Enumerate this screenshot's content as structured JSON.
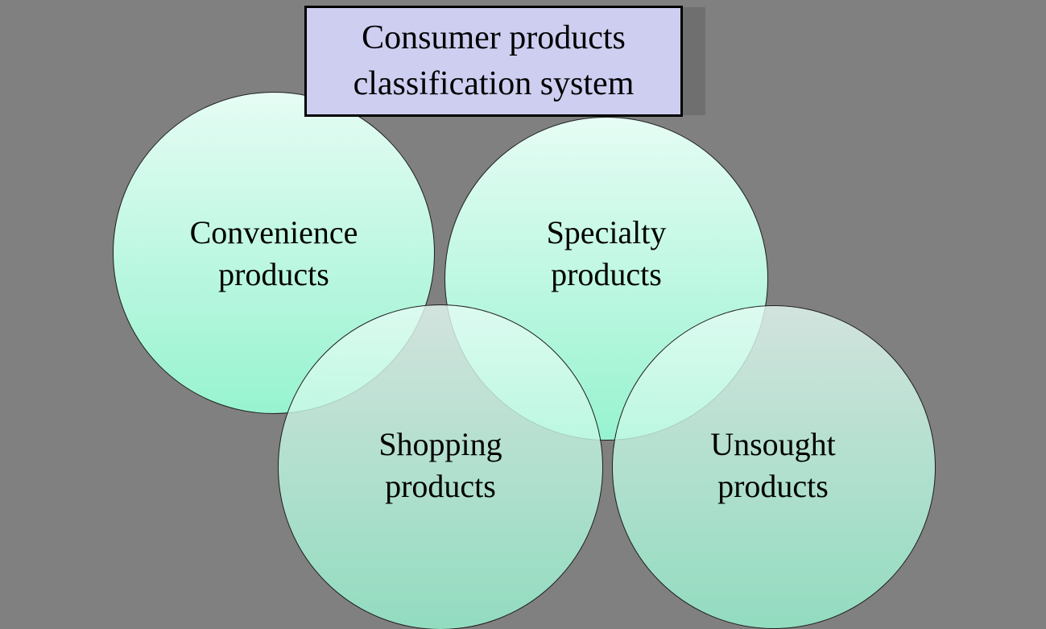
{
  "background_color": "#808080",
  "title_box": {
    "label": "Consumer products\nclassification system",
    "fill_color": "#cecef1",
    "border_color": "#000000",
    "text_color": "#000000"
  },
  "circles": [
    {
      "name": "convenience",
      "label": "Convenience\nproducts"
    },
    {
      "name": "specialty",
      "label": "Specialty\nproducts"
    },
    {
      "name": "shopping",
      "label": "Shopping\nproducts"
    },
    {
      "name": "unsought",
      "label": "Unsought\nproducts"
    }
  ],
  "circle_style": {
    "gradient_top": "#e6fcf4",
    "gradient_bottom": "#97f3d0",
    "gradient_top_translucent": "rgba(230,252,244,0.80)",
    "gradient_bottom_translucent": "rgba(151,243,208,0.80)",
    "outline_color": "#1f1f1f",
    "text_color": "#000000"
  }
}
